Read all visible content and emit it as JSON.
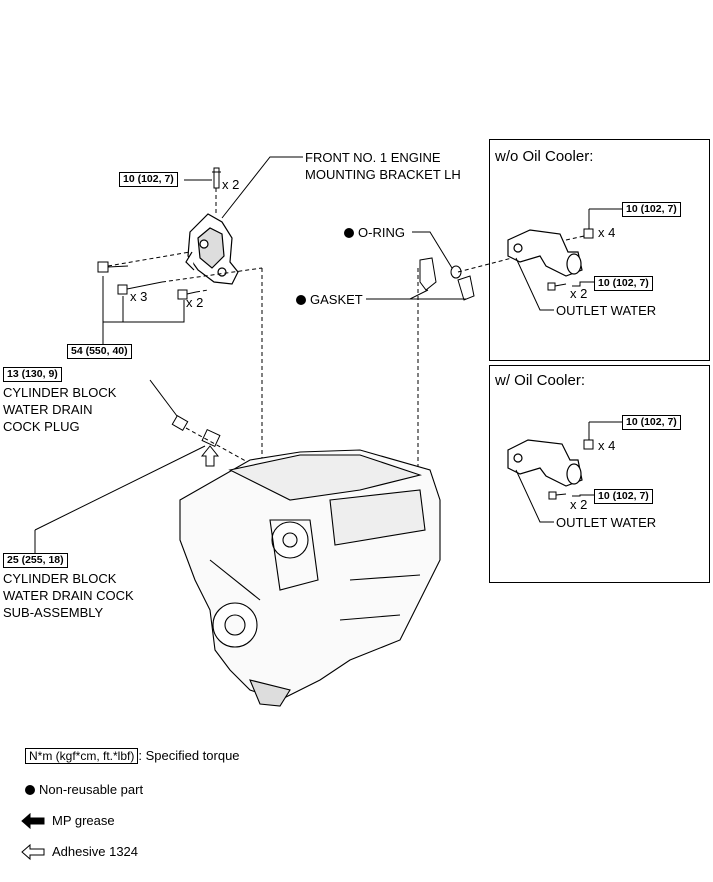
{
  "labels": {
    "bracket_line1": "FRONT NO. 1 ENGINE",
    "bracket_line2": "MOUNTING BRACKET LH",
    "oring": "O-RING",
    "gasket": "GASKET",
    "plug_line1": "CYLINDER BLOCK",
    "plug_line2": "WATER DRAIN",
    "plug_line3": "COCK PLUG",
    "cock_line1": "CYLINDER BLOCK",
    "cock_line2": "WATER DRAIN COCK",
    "cock_line3": "SUB-ASSEMBLY",
    "outlet_water": "OUTLET WATER"
  },
  "torques": {
    "bracket_top": "10 (102, 7)",
    "bracket_bolts": "54 (550, 40)",
    "plug": "13 (130, 9)",
    "cock": "25 (255, 18)",
    "wo_nut": "10 (102, 7)",
    "wo_bolt": "10 (102, 7)",
    "w_nut": "10 (102, 7)",
    "w_bolt": "10 (102, 7)"
  },
  "quantities": {
    "x2": "x 2",
    "x3": "x 3",
    "x4": "x 4"
  },
  "boxes": {
    "wo_title": "w/o Oil Cooler:",
    "w_title": "w/ Oil Cooler:"
  },
  "legend": {
    "torque_unit": "N*m (kgf*cm, ft.*lbf)",
    "torque_desc": ": Specified torque",
    "nonreusable": "Non-reusable part",
    "mp_grease": "MP grease",
    "adhesive": "Adhesive 1324"
  }
}
